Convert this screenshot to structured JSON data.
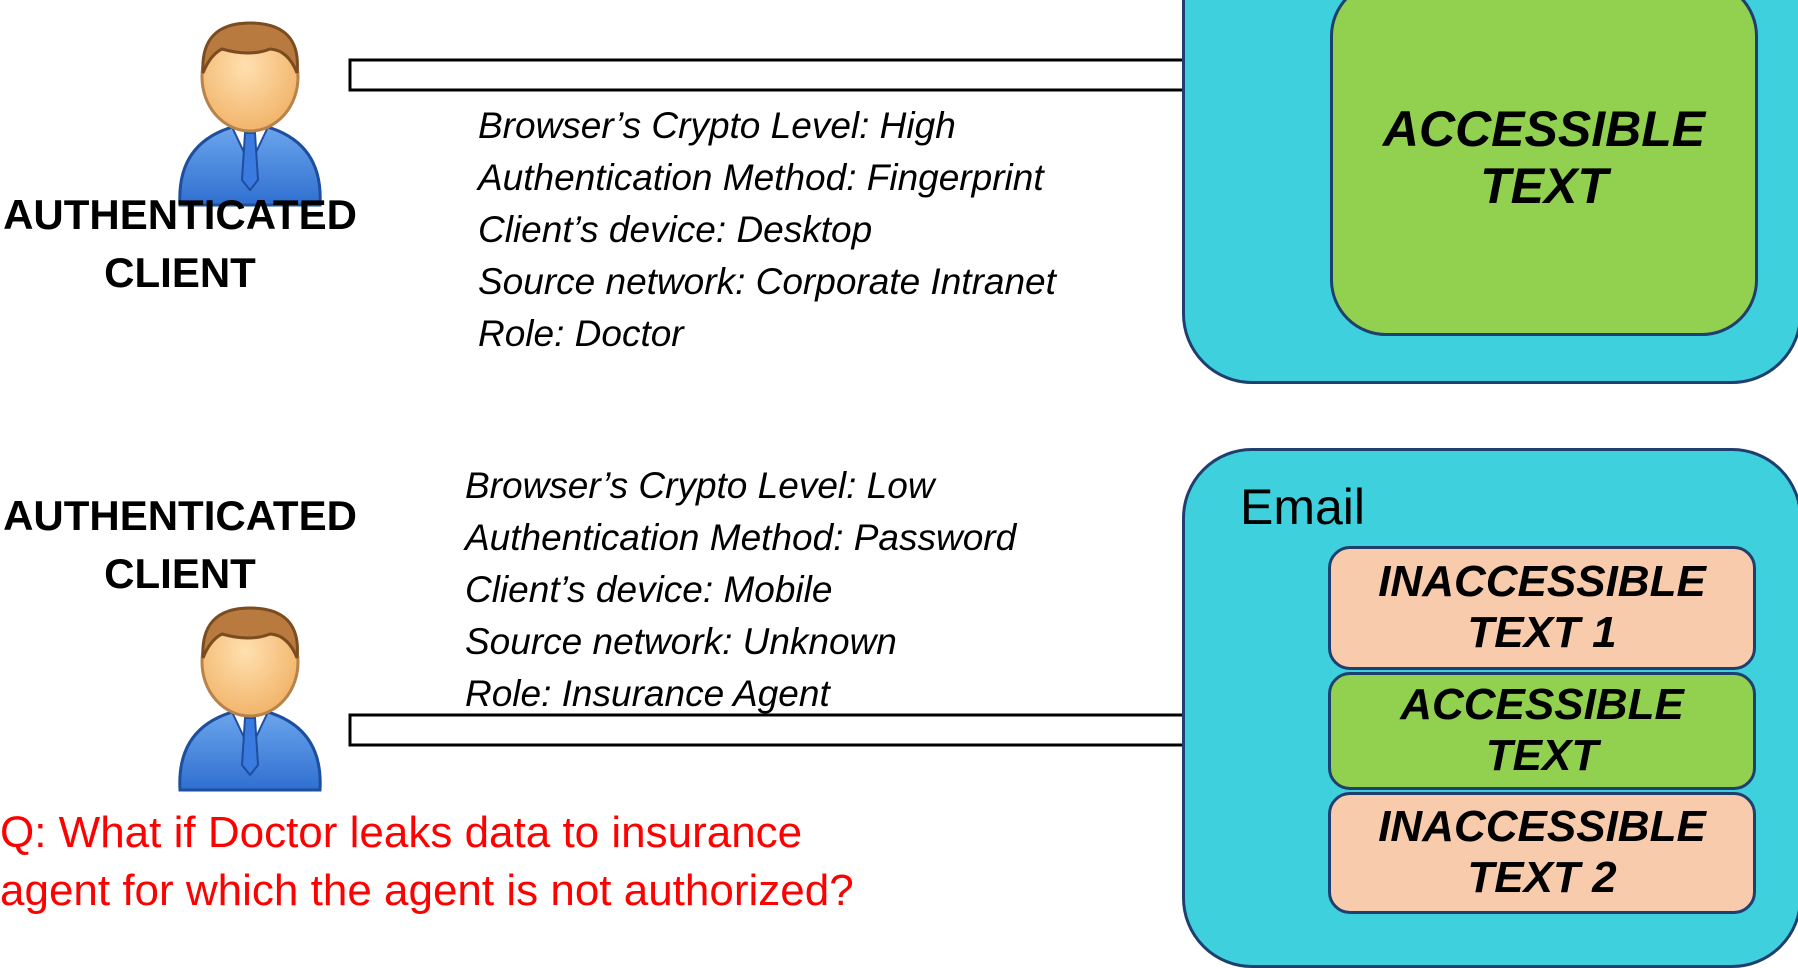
{
  "top_client": {
    "label_line1": "AUTHENTICATED",
    "label_line2": "CLIENT",
    "attributes": [
      "Browser’s Crypto Level: High",
      "Authentication Method: Fingerprint",
      "Client’s device:  Desktop",
      "Source network: Corporate Intranet",
      "Role: Doctor"
    ]
  },
  "bottom_client": {
    "label_line1": "AUTHENTICATED",
    "label_line2": "CLIENT",
    "attributes": [
      "Browser’s Crypto Level: Low",
      "Authentication Method: Password",
      "Client’s device:  Mobile",
      "Source network: Unknown",
      "Role: Insurance Agent"
    ]
  },
  "top_panel": {
    "accessible_line1": "ACCESSIBLE",
    "accessible_line2": "TEXT"
  },
  "email_panel": {
    "title": "Email",
    "sections": [
      {
        "line1": "INACCESSIBLE",
        "line2": "TEXT 1"
      },
      {
        "line1": "ACCESSIBLE",
        "line2": "TEXT"
      },
      {
        "line1": "INACCESSIBLE",
        "line2": "TEXT 2"
      }
    ]
  },
  "question": {
    "line1": "Q: What if Doctor leaks data to insurance",
    "line2": "agent  for which the agent is not authorized?"
  },
  "colors": {
    "panel": "#3fd0de",
    "accessible": "#92d050",
    "inaccessible": "#f8cbad",
    "question": "#ff0000",
    "border": "#1f3f6e"
  },
  "icons": [
    "user-avatar-icon",
    "arrow-right-icon"
  ]
}
